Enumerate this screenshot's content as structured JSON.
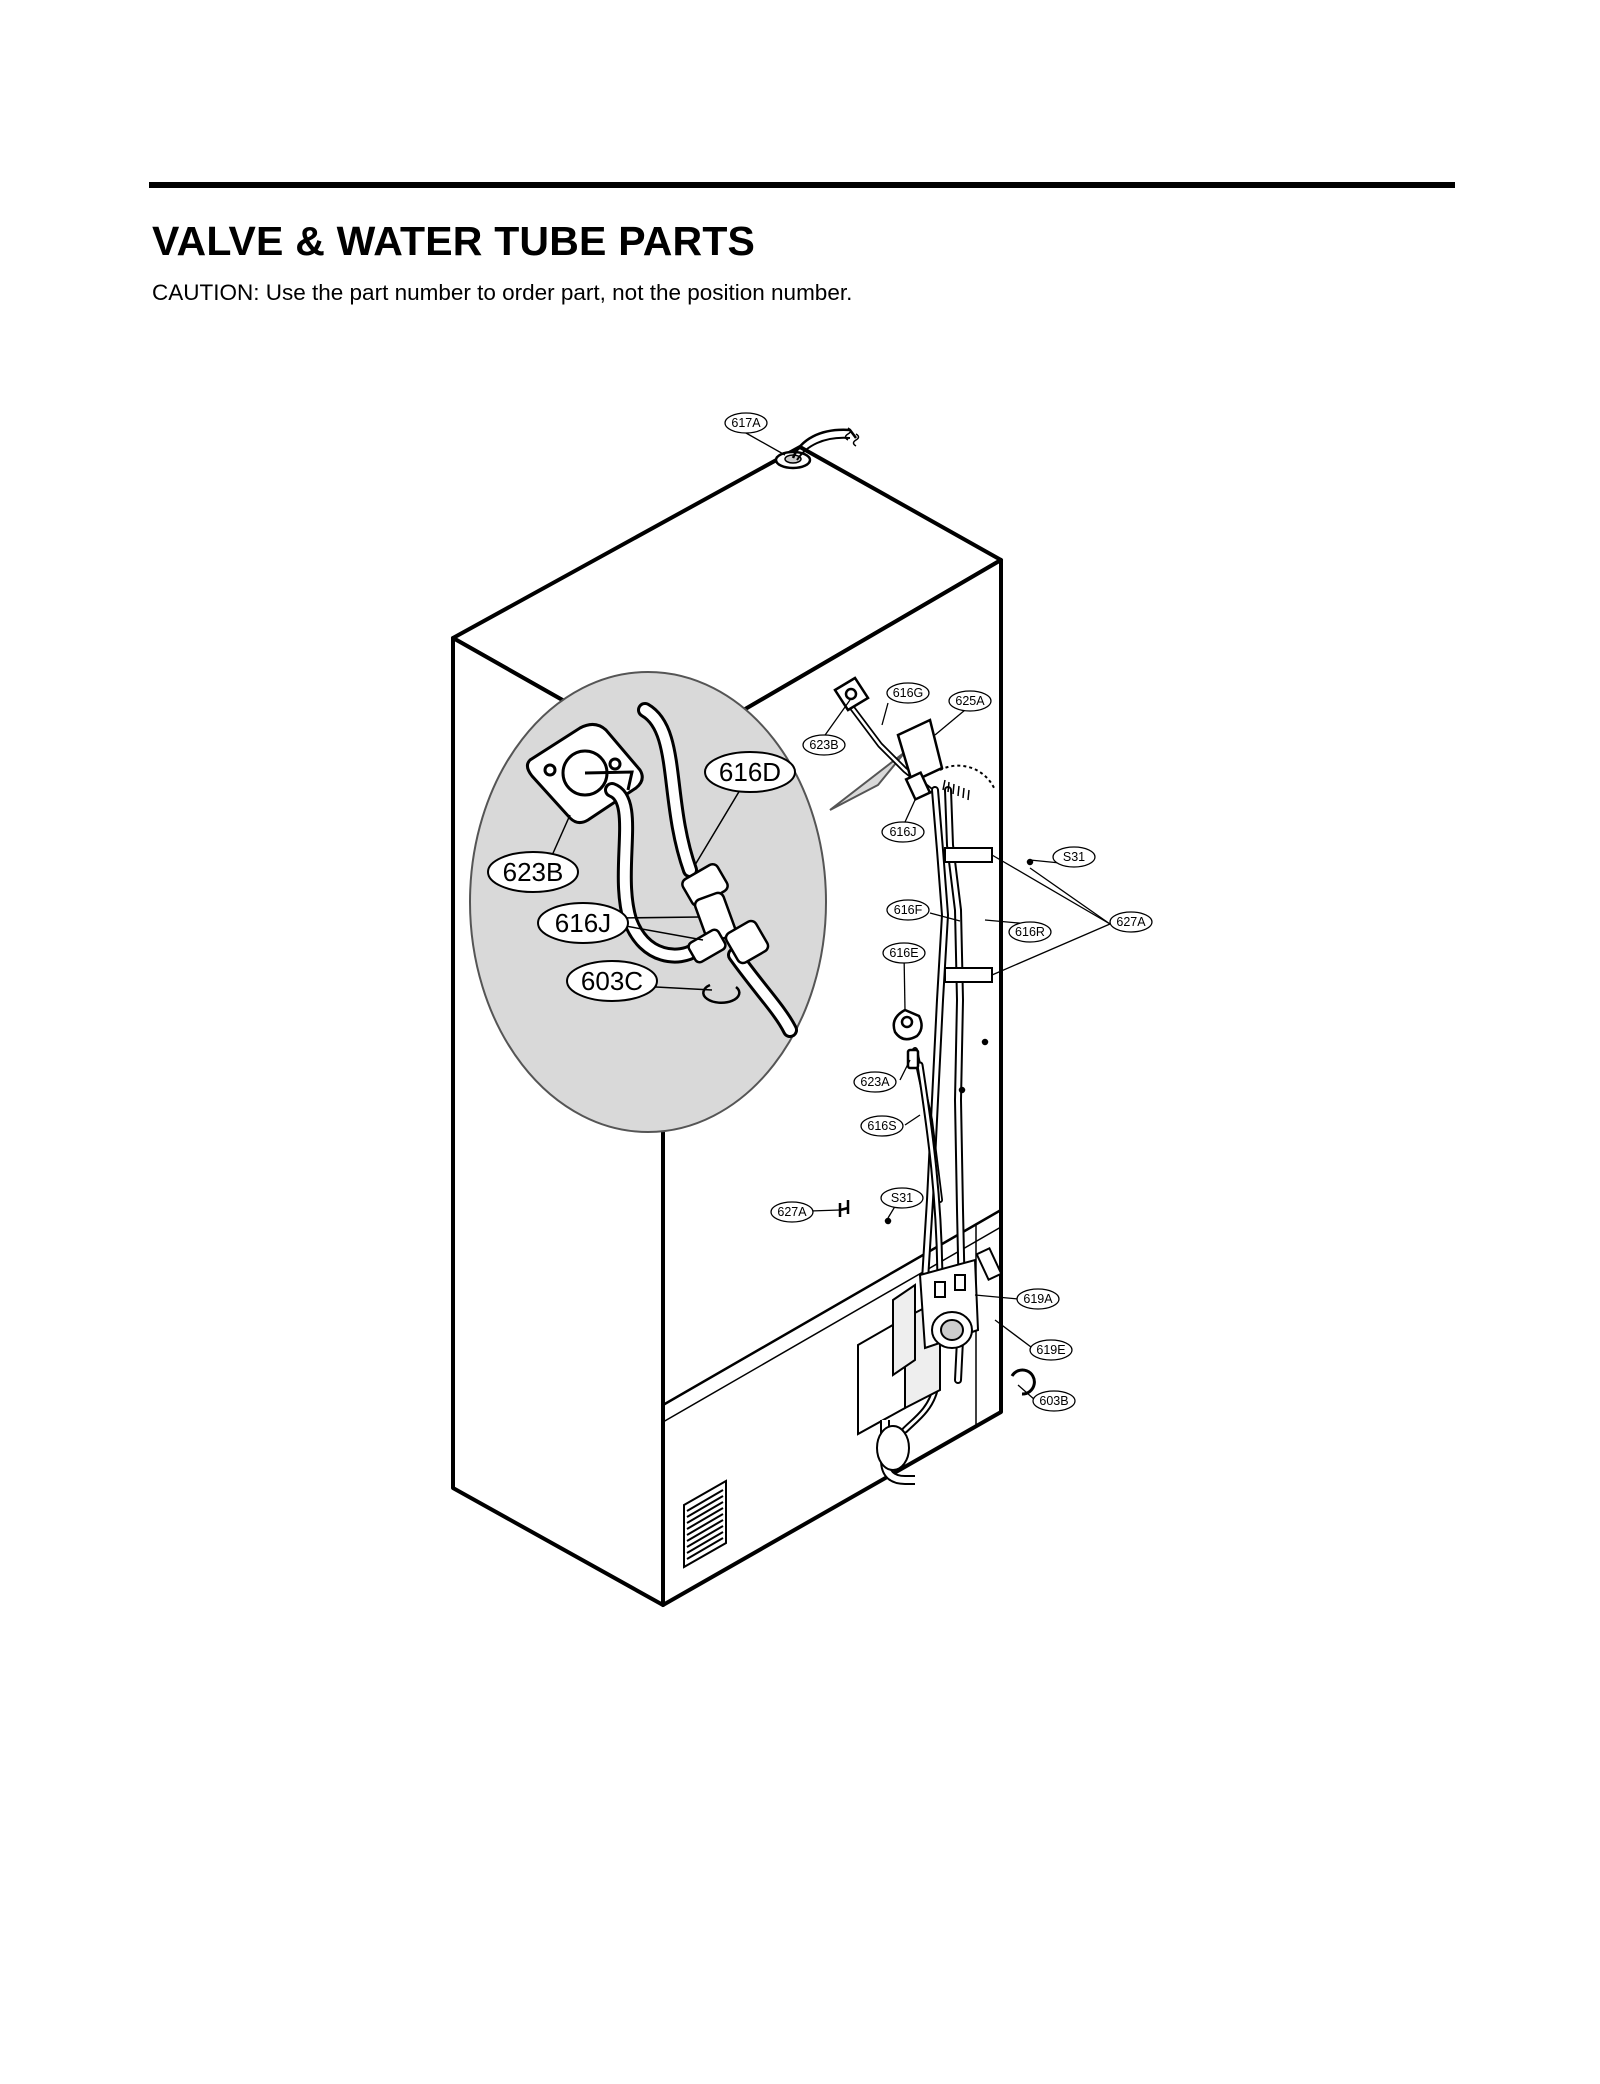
{
  "header": {
    "title": "VALVE & WATER TUBE PARTS",
    "caution": "CAUTION: Use the part number to order part, not the position number."
  },
  "diagram": {
    "callouts_small": [
      {
        "id": "617A",
        "label": "617A"
      },
      {
        "id": "616G",
        "label": "616G"
      },
      {
        "id": "625A",
        "label": "625A"
      },
      {
        "id": "623B",
        "label": "623B"
      },
      {
        "id": "616J",
        "label": "616J"
      },
      {
        "id": "S31-top",
        "label": "S31"
      },
      {
        "id": "616F",
        "label": "616F"
      },
      {
        "id": "616R",
        "label": "616R"
      },
      {
        "id": "627A-right",
        "label": "627A"
      },
      {
        "id": "616E",
        "label": "616E"
      },
      {
        "id": "623A",
        "label": "623A"
      },
      {
        "id": "616S",
        "label": "616S"
      },
      {
        "id": "S31-bottom",
        "label": "S31"
      },
      {
        "id": "627A-left",
        "label": "627A"
      },
      {
        "id": "619A",
        "label": "619A"
      },
      {
        "id": "619E",
        "label": "619E"
      },
      {
        "id": "603B",
        "label": "603B"
      }
    ],
    "callouts_detail": [
      {
        "id": "616D",
        "label": "616D"
      },
      {
        "id": "623B-detail",
        "label": "623B"
      },
      {
        "id": "616J-detail",
        "label": "616J"
      },
      {
        "id": "603C",
        "label": "603C"
      }
    ]
  }
}
